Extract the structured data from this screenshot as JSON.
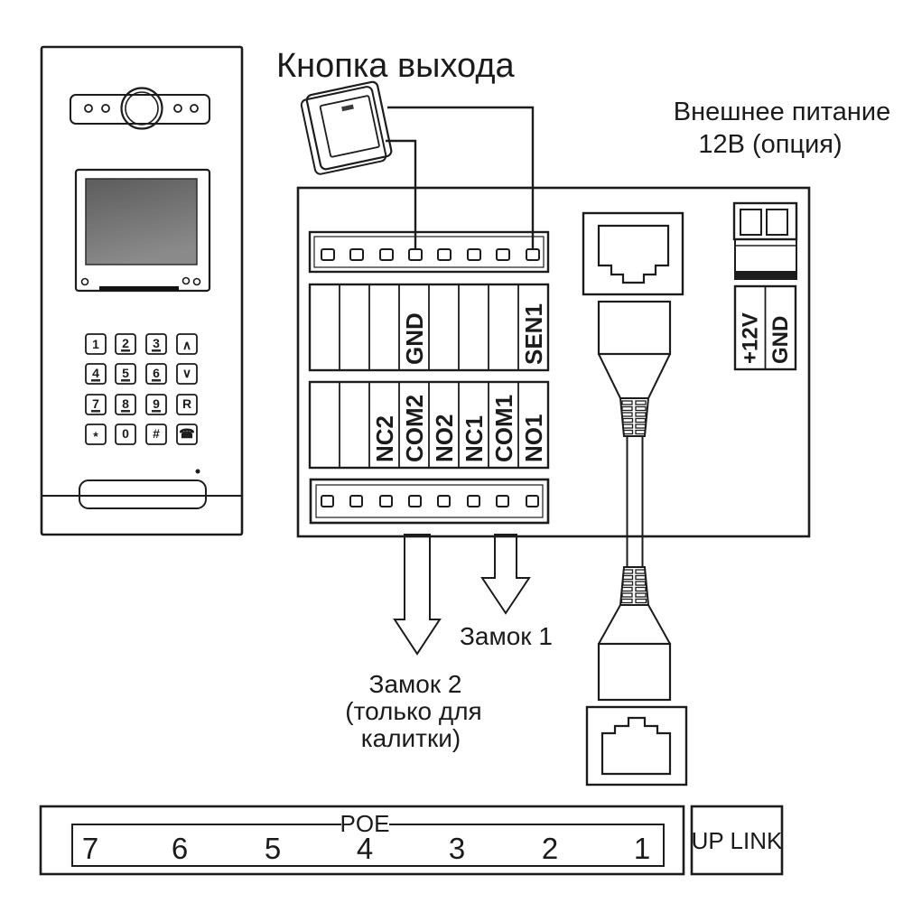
{
  "diagram_labels": {
    "exit_button": "Кнопка выхода",
    "external_power_line1": "Внешнее питание",
    "external_power_line2": "12В (опция)",
    "lock1": "Замок 1",
    "lock2_line1": "Замок 2",
    "lock2_line2": "(только для",
    "lock2_line3": "калитки)"
  },
  "door_panel": {
    "keypad": {
      "keys": [
        "1",
        "2",
        "3",
        "∧",
        "4",
        "5",
        "6",
        "∨",
        "7",
        "8",
        "9",
        "R",
        "*",
        "0",
        "#",
        "☎"
      ]
    }
  },
  "terminal_block": {
    "row1_labels": [
      "",
      "",
      "",
      "GND",
      "",
      "",
      "",
      "SEN1"
    ],
    "row2_labels": [
      "",
      "",
      "NC2",
      "COM2",
      "NO2",
      "NC1",
      "COM1",
      "NO1"
    ]
  },
  "power_connector": {
    "labels": [
      "+12V",
      "GND"
    ]
  },
  "poe_switch": {
    "poe_label": "POE",
    "ports": [
      "7",
      "6",
      "5",
      "4",
      "3",
      "2",
      "1"
    ],
    "uplink_label": "UP LINK"
  },
  "colors": {
    "line": "#1c1c1c",
    "screen": "#6a6a6a"
  }
}
